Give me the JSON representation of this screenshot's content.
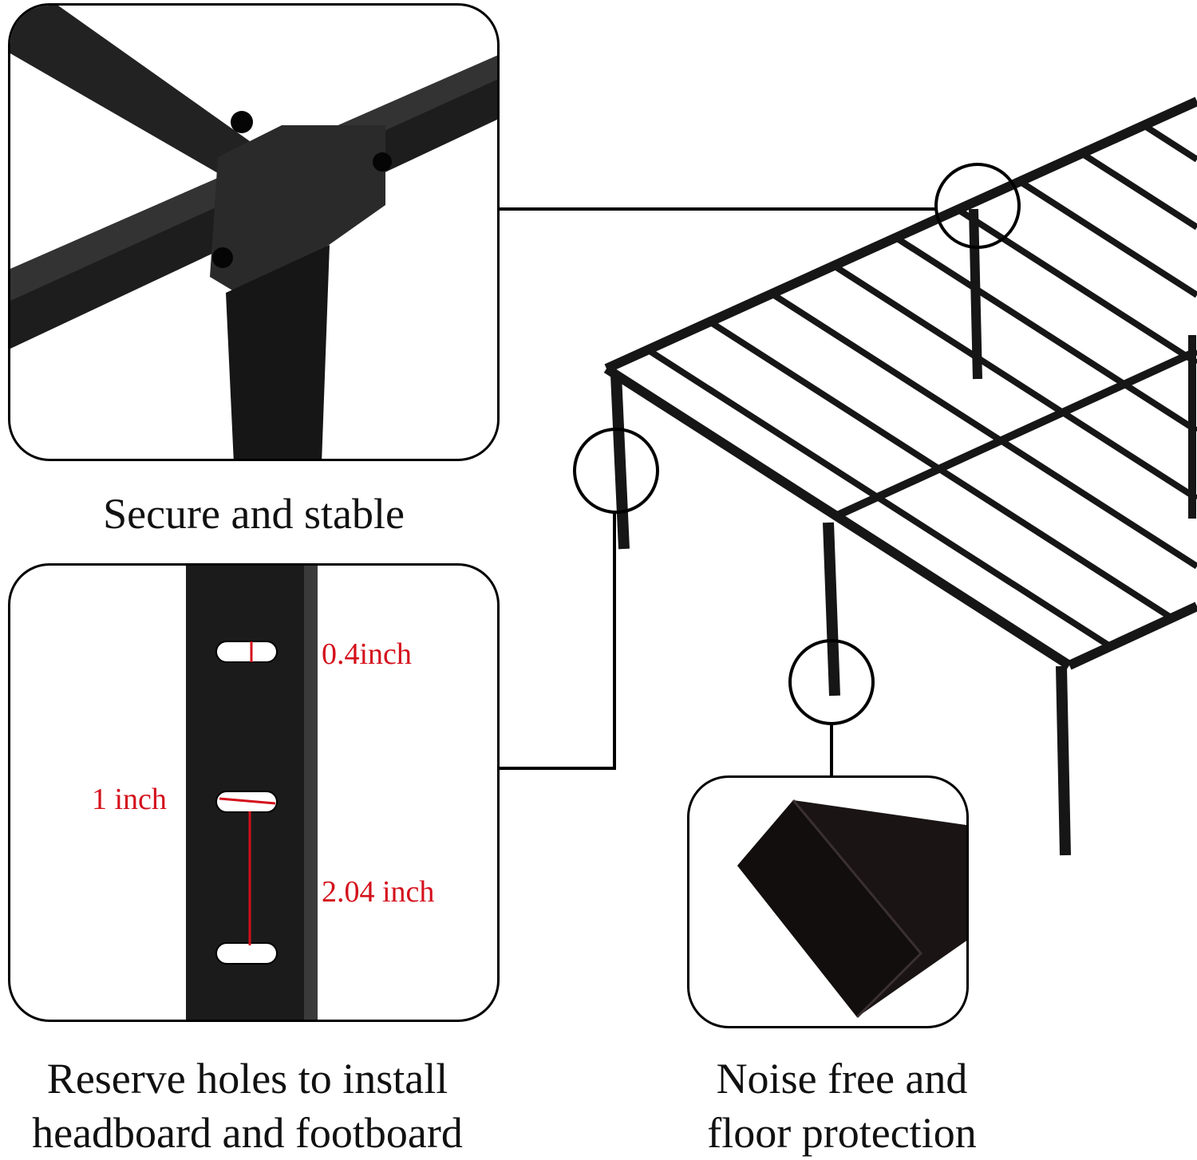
{
  "panels": {
    "joint": {
      "caption": "Secure and stable"
    },
    "holes": {
      "caption_line1": "Reserve holes to install",
      "caption_line2": "headboard and footboard",
      "measurements": {
        "hole_height": "0.4inch",
        "hole_width": "1 inch",
        "hole_spacing": "2.04 inch"
      }
    },
    "foot": {
      "caption_line1": "Noise free and",
      "caption_line2": "floor protection"
    }
  },
  "colors": {
    "metal": "#1c1c1c",
    "measure": "#d4101c",
    "outline": "#000000"
  }
}
